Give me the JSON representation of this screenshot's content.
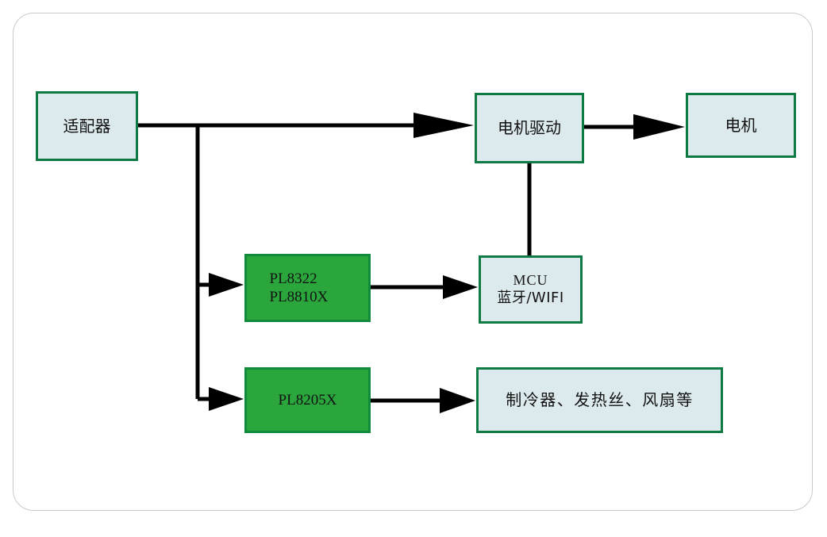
{
  "diagram": {
    "title": "",
    "frame": {
      "style": "rounded-rectangle",
      "border_color": "#c9cacb"
    },
    "palette": {
      "box_border_green": "#0f7a43",
      "box_fill_blue": "#dce9ed",
      "box_fill_green": "#2aa63c",
      "wire_black": "#000000",
      "frame_gray": "#c9cacb"
    },
    "nodes": [
      {
        "id": "adapter",
        "label": "适配器",
        "label_line2": "",
        "fill": "blue"
      },
      {
        "id": "motordrv",
        "label": "电机驱动",
        "label_line2": "",
        "fill": "blue"
      },
      {
        "id": "motor",
        "label": "电机",
        "label_line2": "",
        "fill": "blue"
      },
      {
        "id": "pl8322",
        "label": "PL8322",
        "label_line2": "PL8810X",
        "fill": "green"
      },
      {
        "id": "mcu",
        "label": "MCU",
        "label_line2": "蓝牙/WIFI",
        "fill": "blue"
      },
      {
        "id": "pl8205x",
        "label": "PL8205X",
        "label_line2": "",
        "fill": "green"
      },
      {
        "id": "loads",
        "label": "制冷器、发热丝、风扇等",
        "label_line2": "",
        "fill": "blue"
      }
    ],
    "edges": [
      {
        "from": "adapter",
        "to": "motordrv",
        "arrow": true
      },
      {
        "from": "motordrv",
        "to": "motor",
        "arrow": true
      },
      {
        "from": "adapter",
        "to": "pl8322",
        "arrow": true
      },
      {
        "from": "adapter",
        "to": "pl8205x",
        "arrow": true
      },
      {
        "from": "pl8322",
        "to": "mcu",
        "arrow": true
      },
      {
        "from": "pl8205x",
        "to": "loads",
        "arrow": true
      },
      {
        "from": "motordrv",
        "to": "mcu",
        "arrow": false
      }
    ]
  }
}
